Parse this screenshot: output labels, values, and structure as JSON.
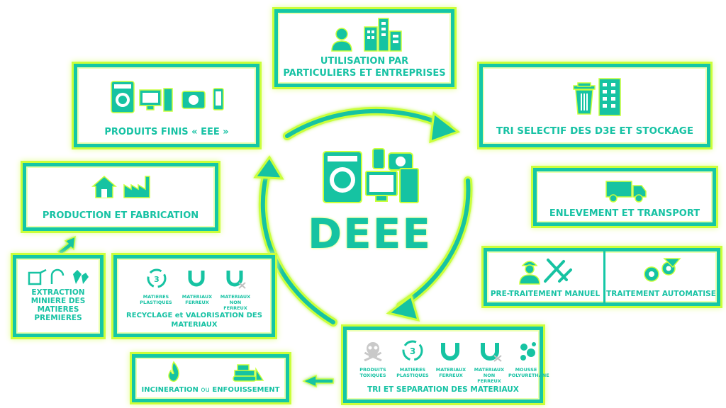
{
  "center": {
    "title": "DEEE"
  },
  "boxes": {
    "utilisation": {
      "line1": "UTILISATION PAR",
      "line2": "PARTICULIERS ET ENTREPRISES"
    },
    "tri_selectif": {
      "label": "TRI SELECTIF DES D3E ET STOCKAGE"
    },
    "enlevement": {
      "label": "ENLEVEMENT ET TRANSPORT"
    },
    "traitement": {
      "manuel": "PRE-TRAITEMENT MANUEL",
      "automatise": "TRAITEMENT AUTOMATISE"
    },
    "tri_separation": {
      "label": "TRI ET SEPARATION DES MATERIAUX",
      "items": [
        {
          "line1": "PRODUITS",
          "line2": "TOXIQUES"
        },
        {
          "line1": "MATIERES",
          "line2": "PLASTIQUES"
        },
        {
          "line1": "MATERIAUX",
          "line2": "FERREUX"
        },
        {
          "line1": "MATERIAUX",
          "line2": "NON FERREUX"
        },
        {
          "line1": "MOUSSE",
          "line2": "POLYURETHANE"
        }
      ]
    },
    "incineration": {
      "label_a": "INCINERATION",
      "label_b": "ou",
      "label_c": "ENFOUISSEMENT"
    },
    "recyclage": {
      "line1": "RECYCLAGE et VALORISATION DES",
      "line2": "MATERIAUX",
      "items": [
        {
          "line1": "MATIERES",
          "line2": "PLASTIQUES"
        },
        {
          "line1": "MATERIAUX",
          "line2": "FERREUX"
        },
        {
          "line1": "MATERIAUX",
          "line2": "NON FERREUX"
        }
      ]
    },
    "extraction": {
      "line1": "EXTRACTION",
      "line2": "MINIERE DES",
      "line3": "MATIERES",
      "line4": "PREMIERES"
    },
    "production": {
      "label": "PRODUCTION ET FABRICATION"
    },
    "produits_finis": {
      "label": "PRODUITS FINIS  « EEE »"
    }
  },
  "recycle_number": "3",
  "colors": {
    "teal": "#17c2a4",
    "lime": "#caff3a"
  },
  "icons": [
    "user-icon",
    "buildings-icon",
    "trash-bin-icon",
    "truck-icon",
    "worker-icon",
    "tools-icon",
    "gears-icon",
    "skull-icon",
    "recycle-icon",
    "magnet-icon",
    "molecule-icon",
    "fire-icon",
    "bulldozer-icon",
    "mine-icon",
    "house-icon",
    "factory-icon",
    "washing-machine-icon",
    "computer-icon",
    "camera-icon",
    "phone-icon"
  ]
}
